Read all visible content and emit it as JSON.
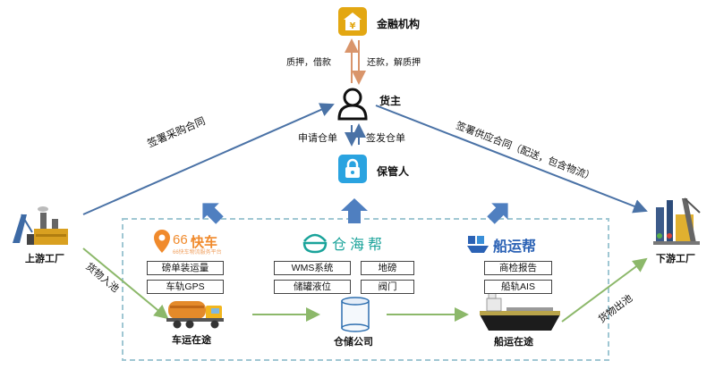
{
  "nodes": {
    "finance": "金融机构",
    "owner": "货主",
    "custodian": "保管人",
    "upstream": "上游工厂",
    "downstream": "下游工厂",
    "truck": "车运在途",
    "warehouse": "仓储公司",
    "ship": "船运在途"
  },
  "edges": {
    "pledge_loan": "质押，借款",
    "repay_release": "还款，解质押",
    "apply_receipt": "申请仓单",
    "issue_receipt": "签发仓单",
    "purchase_contract": "签署采购合同",
    "supply_contract": "签署供应合同（配送，包含物流）",
    "goods_in": "货物入池",
    "goods_out": "货物出池"
  },
  "platforms": {
    "kuaiche": {
      "logo_num": "66",
      "logo_text": "快车",
      "logo_sub": "66快车物流服务平台",
      "features": [
        "磅单装运量",
        "车轨GPS"
      ]
    },
    "canghaibang": {
      "logo_text": "仓海帮",
      "features": [
        "WMS系统",
        "地磅",
        "储罐液位",
        "阀门"
      ]
    },
    "chuanyunbang": {
      "logo_text": "船运帮",
      "features": [
        "商检报告",
        "船轨AIS"
      ]
    }
  },
  "colors": {
    "line_blue": "#4a72a6",
    "big_arrow": "#4f7fc0",
    "orange_arrow": "#d9956b",
    "green_arrow": "#8cb86a",
    "finance_tile": "#e3a712",
    "custodian_tile": "#2aa3e0",
    "kuaiche_orange": "#f08a2c",
    "canghaibang_teal": "#1aa39a",
    "chuanyunbang_blue": "#2b62b5",
    "dashed_border": "#9fc7d3"
  }
}
